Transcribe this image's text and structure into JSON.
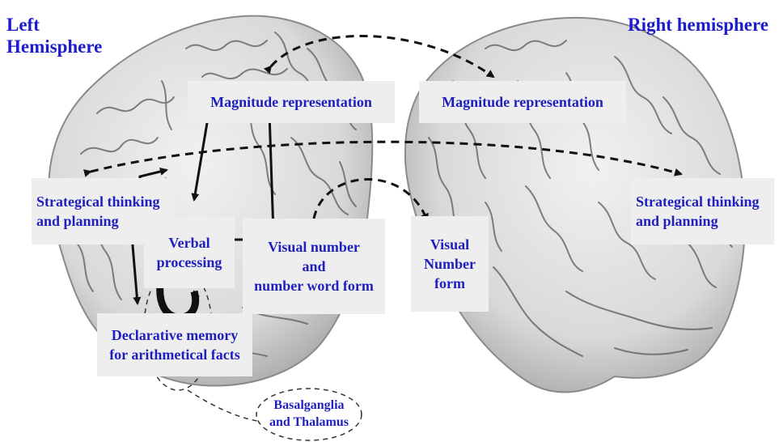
{
  "titles": {
    "left": "Left\nHemisphere",
    "right": "Right hemisphere"
  },
  "labels": {
    "magnitude_left": "Magnitude representation",
    "magnitude_right": "Magnitude representation",
    "strategic_left": "Strategical thinking\nand planning",
    "strategic_right": "Strategical thinking\nand planning",
    "verbal": "Verbal\nprocessing",
    "visual_number_left": "Visual number\nand\nnumber word form",
    "visual_number_right": "Visual\nNumber\nform",
    "declarative": "Declarative memory\nfor arithmetical facts",
    "basal": "Basalganglia\nand Thalamus"
  },
  "colors": {
    "label_text": "#1f1fbf",
    "title_text": "#1c1ccc",
    "label_box": "#eeeeee",
    "brain_fill": "#e2e2e2",
    "sulci": "#5a5a5a",
    "arrows": "#111111"
  }
}
